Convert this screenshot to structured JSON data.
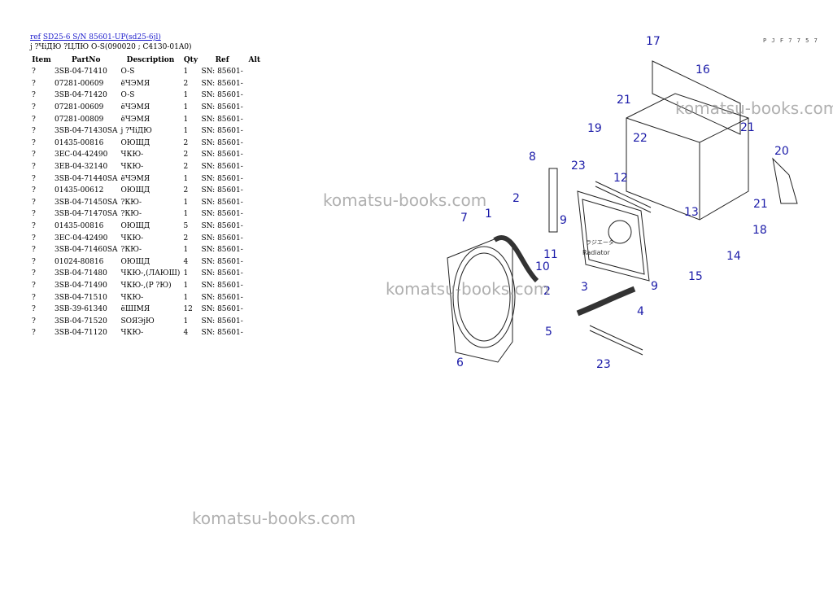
{
  "header": {
    "ref_link": "ref",
    "model_link": "SD25-6 S/N 85601-UP(sd25-6jl)",
    "subtitle": "ј ?ЧіДЮ ?ЦЛЮ O-S(090020 ; C4130-01A0)"
  },
  "table": {
    "columns": [
      "Item",
      "PartNo",
      "Description",
      "Qty",
      "Ref",
      "Alt"
    ],
    "rows": [
      [
        "?",
        "3SB-04-71410",
        "O-S",
        "1",
        "SN: 85601-",
        ""
      ],
      [
        "?",
        "07281-00609",
        "ёЧЭМЯ",
        "2",
        "SN: 85601-",
        ""
      ],
      [
        "?",
        "3SB-04-71420",
        "O-S",
        "1",
        "SN: 85601-",
        ""
      ],
      [
        "?",
        "07281-00609",
        "ёЧЭМЯ",
        "1",
        "SN: 85601-",
        ""
      ],
      [
        "?",
        "07281-00809",
        "ёЧЭМЯ",
        "1",
        "SN: 85601-",
        ""
      ],
      [
        "?",
        "3SB-04-71430SA",
        "ј ?ЧіДЮ",
        "1",
        "SN: 85601-",
        ""
      ],
      [
        "?",
        "01435-00816",
        "ОЮЩД",
        "2",
        "SN: 85601-",
        ""
      ],
      [
        "?",
        "3EC-04-42490",
        "ЧКЮ-",
        "2",
        "SN: 85601-",
        ""
      ],
      [
        "?",
        "3EB-04-32140",
        "ЧКЮ-",
        "2",
        "SN: 85601-",
        ""
      ],
      [
        "?",
        "3SB-04-71440SA",
        "ёЧЭМЯ",
        "1",
        "SN: 85601-",
        ""
      ],
      [
        "?",
        "01435-00612",
        "ОЮЩД",
        "2",
        "SN: 85601-",
        ""
      ],
      [
        "?",
        "3SB-04-71450SA",
        "?КЮ-",
        "1",
        "SN: 85601-",
        ""
      ],
      [
        "?",
        "3SB-04-71470SA",
        "?КЮ-",
        "1",
        "SN: 85601-",
        ""
      ],
      [
        "?",
        "01435-00816",
        "ОЮЩД",
        "5",
        "SN: 85601-",
        ""
      ],
      [
        "?",
        "3EC-04-42490",
        "ЧКЮ-",
        "2",
        "SN: 85601-",
        ""
      ],
      [
        "?",
        "3SB-04-71460SA",
        "?КЮ-",
        "1",
        "SN: 85601-",
        ""
      ],
      [
        "?",
        "01024-80816",
        "ОЮЩД",
        "4",
        "SN: 85601-",
        ""
      ],
      [
        "?",
        "3SB-04-71480",
        "ЧКЮ-,(ЛАЮШ)",
        "1",
        "SN: 85601-",
        ""
      ],
      [
        "?",
        "3SB-04-71490",
        "ЧКЮ-,(Р ?Ю)",
        "1",
        "SN: 85601-",
        ""
      ],
      [
        "?",
        "3SB-04-71510",
        "ЧКЮ-",
        "1",
        "SN: 85601-",
        ""
      ],
      [
        "?",
        "3SB-39-61340",
        "ёШІМЯ",
        "12",
        "SN: 85601-",
        ""
      ],
      [
        "?",
        "3SB-04-71520",
        "SОЯЭјЮ",
        "1",
        "SN: 85601-",
        ""
      ],
      [
        "?",
        "3SB-04-71120",
        "ЧКЮ-",
        "4",
        "SN: 85601-",
        ""
      ]
    ]
  },
  "diagram": {
    "code": "P J F 7 7 5 7",
    "radiator_text_1": "ラジエータ",
    "radiator_text_2": "Radiator",
    "callouts": [
      "17",
      "16",
      "21",
      "19",
      "22",
      "21",
      "20",
      "8",
      "23",
      "12",
      "2",
      "21",
      "18",
      "7",
      "1",
      "13",
      "11",
      "14",
      "9",
      "10",
      "15",
      "2",
      "9",
      "3",
      "4",
      "5",
      "6",
      "23"
    ]
  },
  "watermark": "komatsu-books.com",
  "colors": {
    "link": "#1a1acc",
    "callout": "#1a1aa8",
    "watermark": "#969696"
  }
}
